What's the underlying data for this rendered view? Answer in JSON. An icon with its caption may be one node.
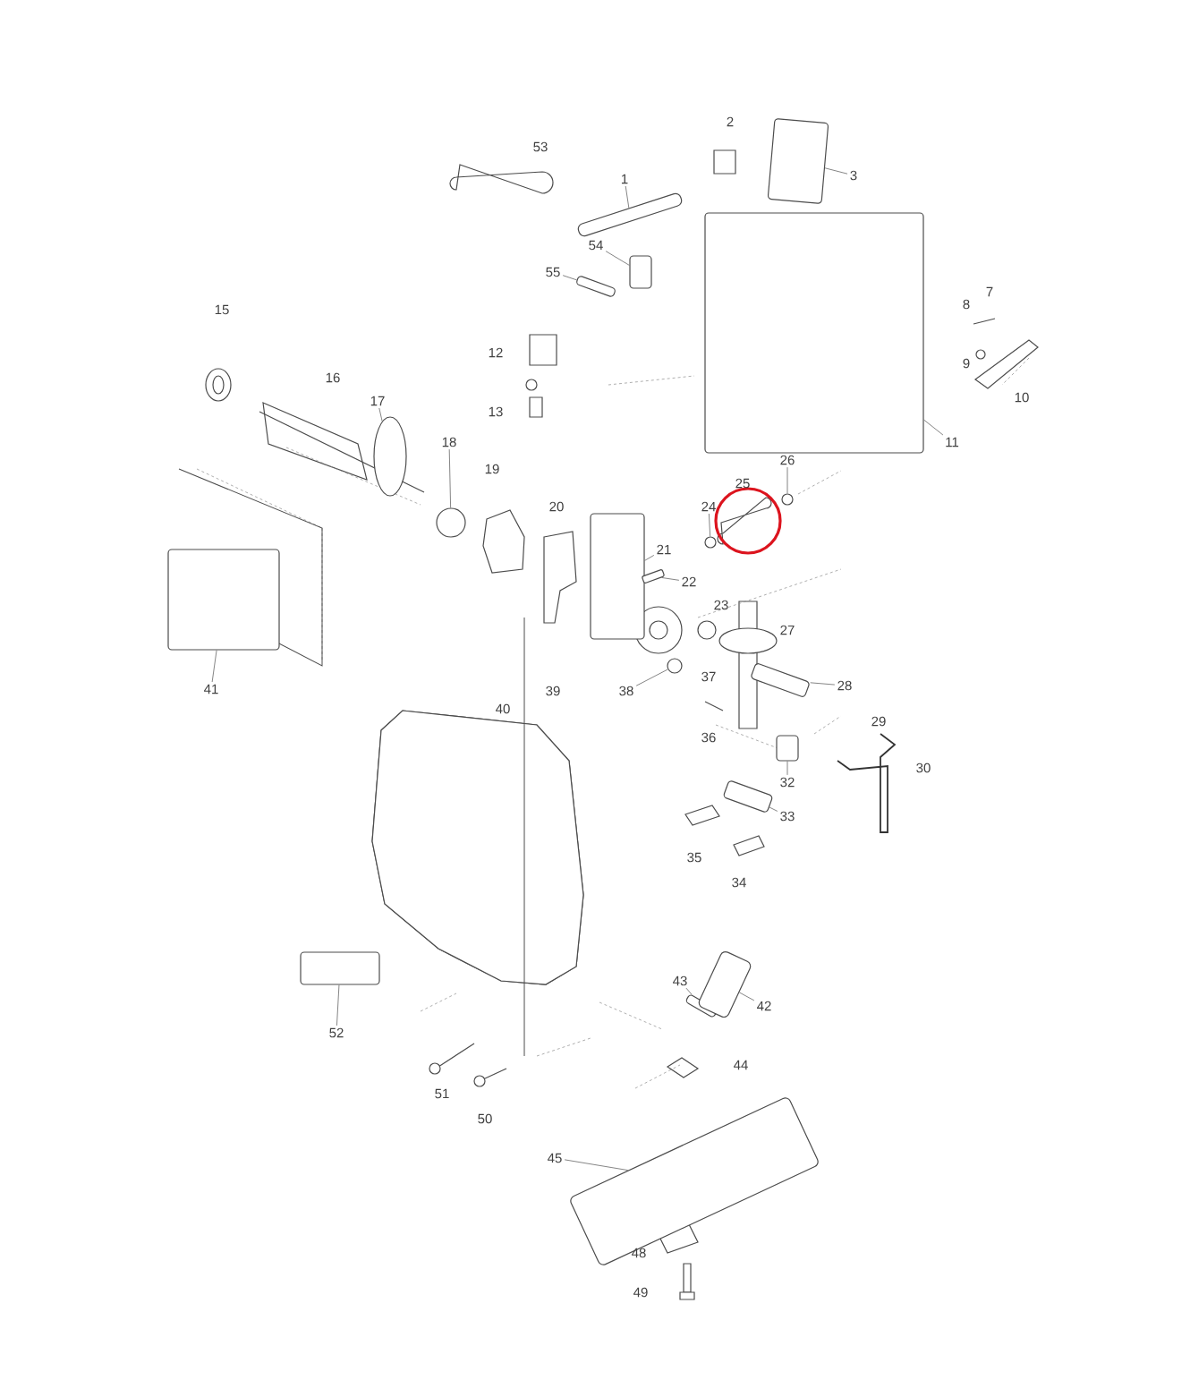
{
  "diagram": {
    "nodes": [
      {
        "text": [
          "1"
        ]
      },
      {
        "text": [],
        "shape": "picture"
      },
      {
        "text": [
          "3"
        ]
      },
      {
        "text": [],
        "shape": "box"
      },
      {
        "text": [
          "54"
        ]
      },
      {
        "text": [],
        "shape": "box"
      },
      {
        "text": [
          "55"
        ]
      },
      {
        "text": [],
        "shape": "picture"
      },
      {
        "text": [
          "17"
        ]
      },
      {
        "text": [],
        "shape": "ellipse"
      },
      {
        "text": [
          "18"
        ]
      },
      {
        "text": [],
        "shape": "circle"
      },
      {
        "text": [
          "11"
        ]
      },
      {
        "text": [],
        "shape": "box"
      },
      {
        "text": [
          "26"
        ]
      },
      {
        "text": [],
        "shape": "circle"
      },
      {
        "text": [
          "24"
        ]
      },
      {
        "text": [],
        "shape": "circle"
      },
      {
        "text": [
          "21"
        ]
      },
      {
        "text": [],
        "shape": "box"
      },
      {
        "text": [
          "22"
        ]
      },
      {
        "text": [],
        "shape": "picture"
      },
      {
        "text": [
          "38"
        ]
      },
      {
        "text": [],
        "shape": "circle"
      },
      {
        "text": [
          "28"
        ]
      },
      {
        "text": [],
        "shape": "picture"
      },
      {
        "text": [
          "32"
        ]
      },
      {
        "text": [],
        "shape": "box"
      },
      {
        "text": [
          "33"
        ]
      },
      {
        "text": [],
        "shape": "picture"
      },
      {
        "text": [
          "41"
        ]
      },
      {
        "text": [],
        "shape": "box"
      },
      {
        "text": [
          "43"
        ]
      },
      {
        "text": [],
        "shape": "picture"
      },
      {
        "text": [
          "42"
        ]
      },
      {
        "text": [],
        "shape": "picture"
      },
      {
        "text": [
          "45"
        ]
      },
      {
        "text": [],
        "shape": "picture"
      },
      {
        "text": [
          "52"
        ]
      },
      {
        "text": [],
        "shape": "box"
      }
    ],
    "edges": [
      {
        "from": 0,
        "to": 1,
        "arrow": "none"
      },
      {
        "from": 2,
        "to": 3,
        "arrow": "none"
      },
      {
        "from": 4,
        "to": 5,
        "arrow": "none"
      },
      {
        "from": 6,
        "to": 7,
        "arrow": "none"
      },
      {
        "from": 8,
        "to": 9,
        "arrow": "none"
      },
      {
        "from": 10,
        "to": 11,
        "arrow": "none"
      },
      {
        "from": 12,
        "to": 13,
        "arrow": "none"
      },
      {
        "from": 14,
        "to": 15,
        "arrow": "none"
      },
      {
        "from": 16,
        "to": 17,
        "arrow": "none"
      },
      {
        "from": 18,
        "to": 19,
        "arrow": "none"
      },
      {
        "from": 20,
        "to": 21,
        "arrow": "none"
      },
      {
        "from": 22,
        "to": 23,
        "arrow": "none"
      },
      {
        "from": 24,
        "to": 25,
        "arrow": "none"
      },
      {
        "from": 26,
        "to": 27,
        "arrow": "none"
      },
      {
        "from": 28,
        "to": 29,
        "arrow": "none"
      },
      {
        "from": 30,
        "to": 31,
        "arrow": "none"
      },
      {
        "from": 32,
        "to": 33,
        "arrow": "none"
      },
      {
        "from": 34,
        "to": 35,
        "arrow": "none"
      },
      {
        "from": 36,
        "to": 37,
        "arrow": "none"
      },
      {
        "from": 38,
        "to": 39,
        "arrow": "none"
      }
    ],
    "labels": [
      "2",
      "53",
      "7",
      "8",
      "15",
      "12",
      "9",
      "16",
      "10",
      "13",
      "19",
      "25",
      "20",
      "23",
      "27",
      "37",
      "39",
      "40",
      "29",
      "36",
      "30",
      "35",
      "34",
      "44",
      "51",
      "50",
      "48",
      "49"
    ]
  }
}
